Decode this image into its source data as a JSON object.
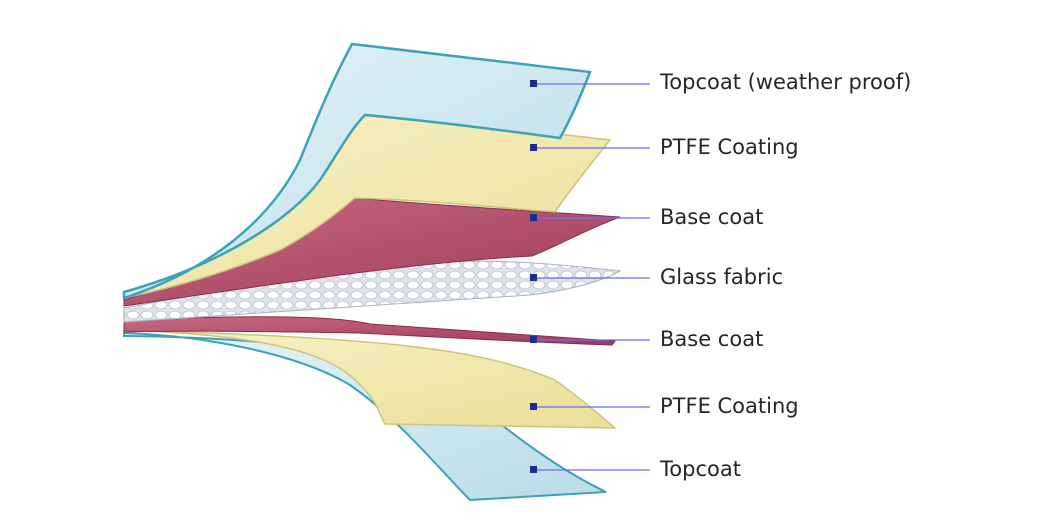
{
  "labels": [
    {
      "text": "Topcoat (weather proof)"
    },
    {
      "text": "PTFE Coating"
    },
    {
      "text": "Base coat"
    },
    {
      "text": "Glass fabric"
    },
    {
      "text": "Base coat"
    },
    {
      "text": "PTFE Coating"
    },
    {
      "text": "Topcoat"
    }
  ],
  "colors": {
    "topcoat_fill": "#cce7f0",
    "topcoat_edge": "#3da2b6",
    "ptfe_fill": "#f2ecae",
    "ptfe_edge": "#cfc27a",
    "basecoat_fill": "#b04866",
    "basecoat_edge": "#8a2c47",
    "glass_fill": "#e9edf2",
    "leader_line": "#6c6cf0",
    "marker": "#1f2b8c"
  }
}
